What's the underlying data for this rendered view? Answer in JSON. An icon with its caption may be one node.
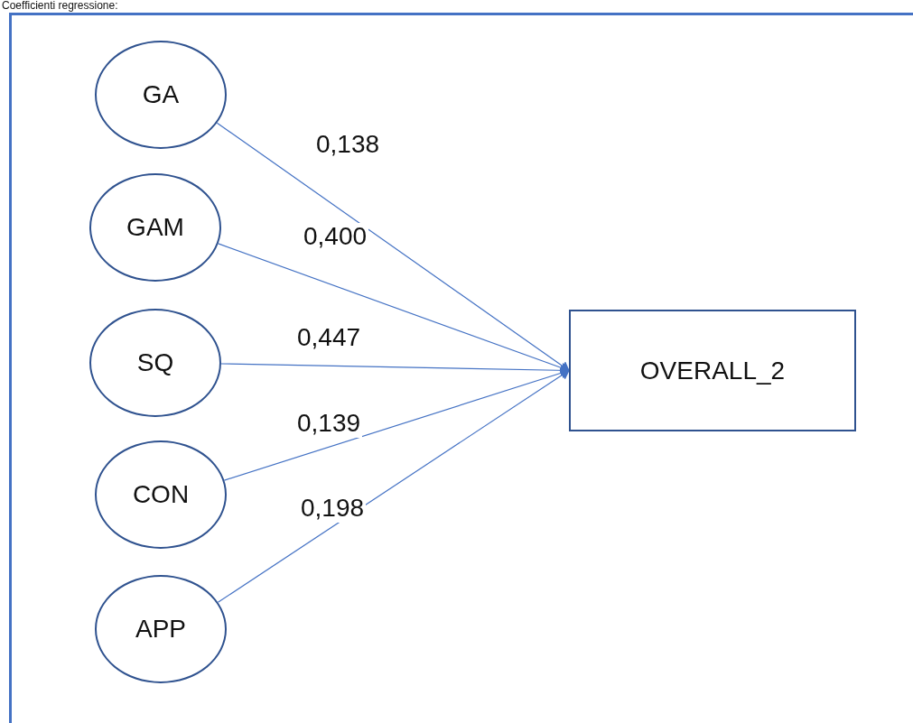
{
  "diagram": {
    "title": "Coefficienti regressione:",
    "nodes": [
      {
        "text": [
          "GA"
        ]
      },
      {
        "text": [
          "GAM"
        ]
      },
      {
        "text": [
          "SQ"
        ]
      },
      {
        "text": [
          "CON"
        ]
      },
      {
        "text": [
          "APP"
        ]
      },
      {
        "text": [
          "OVERALL_2"
        ]
      }
    ],
    "edges": [
      {
        "from": 0,
        "to": 5,
        "arrow": "to",
        "label": "0,138"
      },
      {
        "from": 1,
        "to": 5,
        "arrow": "to",
        "label": "0,400"
      },
      {
        "from": 2,
        "to": 5,
        "arrow": "to",
        "label": "0,447"
      },
      {
        "from": 3,
        "to": 5,
        "arrow": "to",
        "label": "0,139"
      },
      {
        "from": 4,
        "to": 5,
        "arrow": "to",
        "label": "0,198"
      }
    ]
  }
}
